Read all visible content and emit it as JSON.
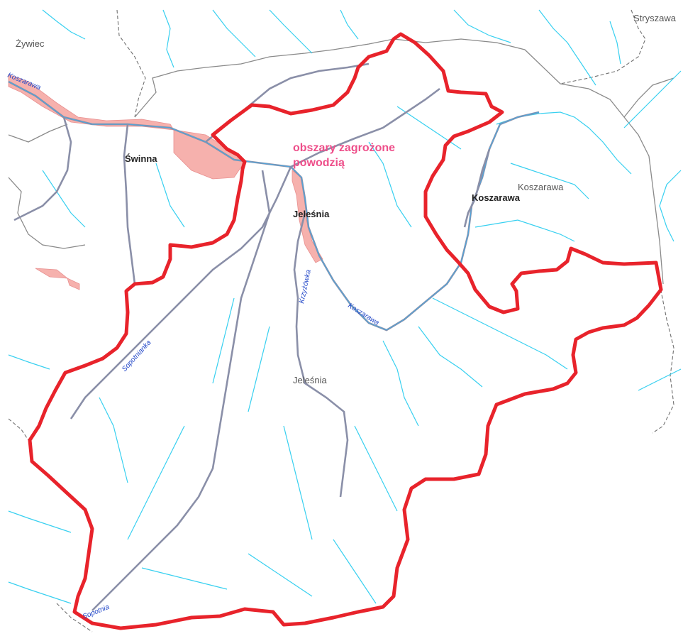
{
  "map": {
    "places": {
      "zywiec": "Żywiec",
      "stryszawa": "Stryszawa",
      "koszarawa_area": "Koszarawa",
      "jelesnia_area": "Jeleśnia"
    },
    "towns": {
      "swinna": "Świnna",
      "jelesnia": "Jeleśnia",
      "koszarawa": "Koszarawa"
    },
    "rivers": {
      "koszarawa_nw": "Koszarawa",
      "koszarawa_mid": "Koszarawa",
      "krzyzowka": "Krzyżówka",
      "sopotnianka": "Sopotnianka",
      "sopotnia": "Sopotnia"
    },
    "flood_label_line1": "obszary zagrożone",
    "flood_label_line2": "powodzią",
    "colors": {
      "basin_boundary": "#e8232b",
      "flood_zone": "#f6b1ad",
      "streams": "#38d0f0",
      "road": "#8a8a8a",
      "flood_label": "#ee4f8a"
    }
  }
}
